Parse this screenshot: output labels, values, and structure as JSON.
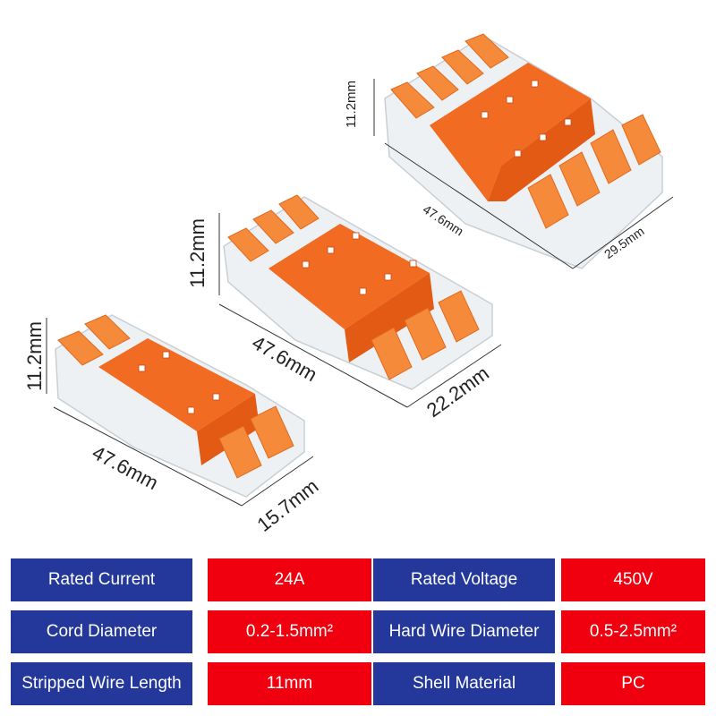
{
  "connectors": [
    {
      "name": "two-way",
      "height": "11.2mm",
      "length": "47.6mm",
      "width": "15.7mm"
    },
    {
      "name": "three-way",
      "height": "11.2mm",
      "length": "47.6mm",
      "width": "22.2mm"
    },
    {
      "name": "four-way",
      "height": "11.2mm",
      "length": "47.6mm",
      "width": "29.5mm"
    }
  ],
  "specs": {
    "rows": [
      {
        "label1": "Rated Current",
        "value1": "24A",
        "label2": "Rated Voltage",
        "value2": "450V"
      },
      {
        "label1": "Cord Diameter",
        "value1": "0.2-1.5mm²",
        "label2": "Hard Wire Diameter",
        "value2": "0.5-2.5mm²"
      },
      {
        "label1": "Stripped Wire Length",
        "value1": "11mm",
        "label2": "Shell Material",
        "value2": "PC"
      }
    ]
  },
  "colors": {
    "label_bg": "#23389a",
    "value_bg": "#f0000f",
    "connector_orange": "#f26b22",
    "lever_orange": "#f58a3a",
    "clear_shell": "#f2f4f6"
  }
}
